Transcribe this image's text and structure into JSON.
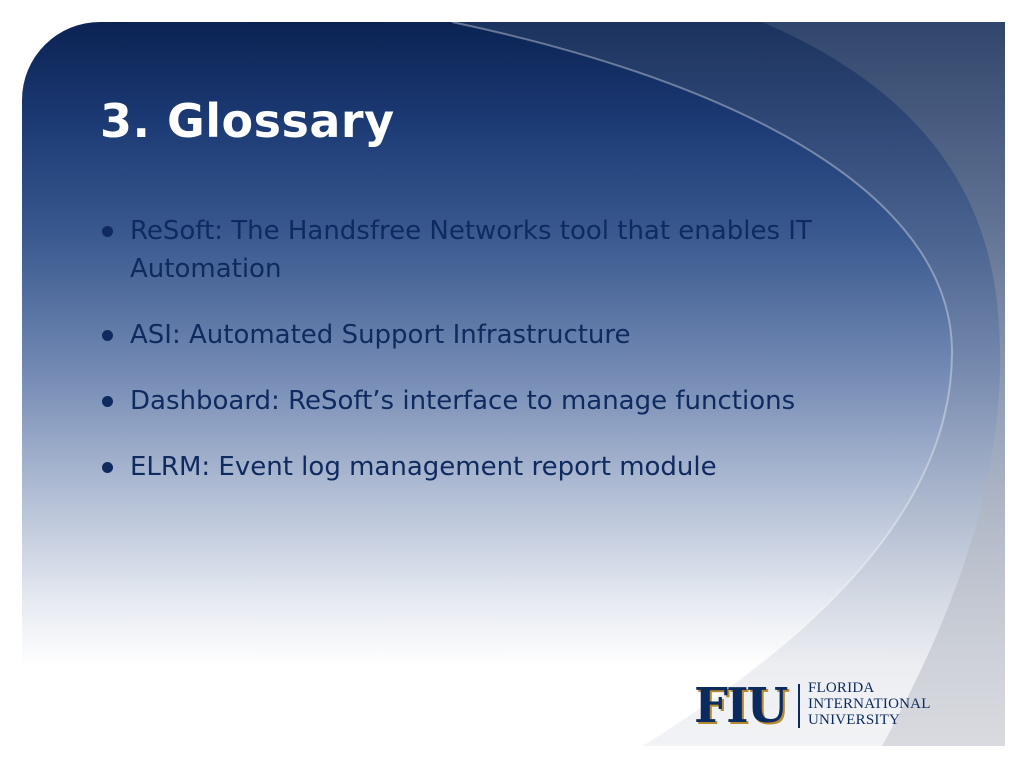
{
  "slide": {
    "title": "3. Glossary",
    "bullets": [
      "ReSoft: The Handsfree Networks tool that enables IT Automation",
      "ASI: Automated Support Infrastructure",
      "Dashboard: ReSoft’s interface to manage functions",
      "ELRM: Event log management report module"
    ]
  },
  "logo": {
    "mark": "FIU",
    "lines": [
      "FLORIDA",
      "INTERNATIONAL",
      "UNIVERSITY"
    ]
  },
  "colors": {
    "title": "#ffffff",
    "bullet_text": "#0f2a5e",
    "gradient_top": "#0b2354",
    "logo_blue": "#0b2a5e",
    "logo_gold": "#b48a32"
  }
}
